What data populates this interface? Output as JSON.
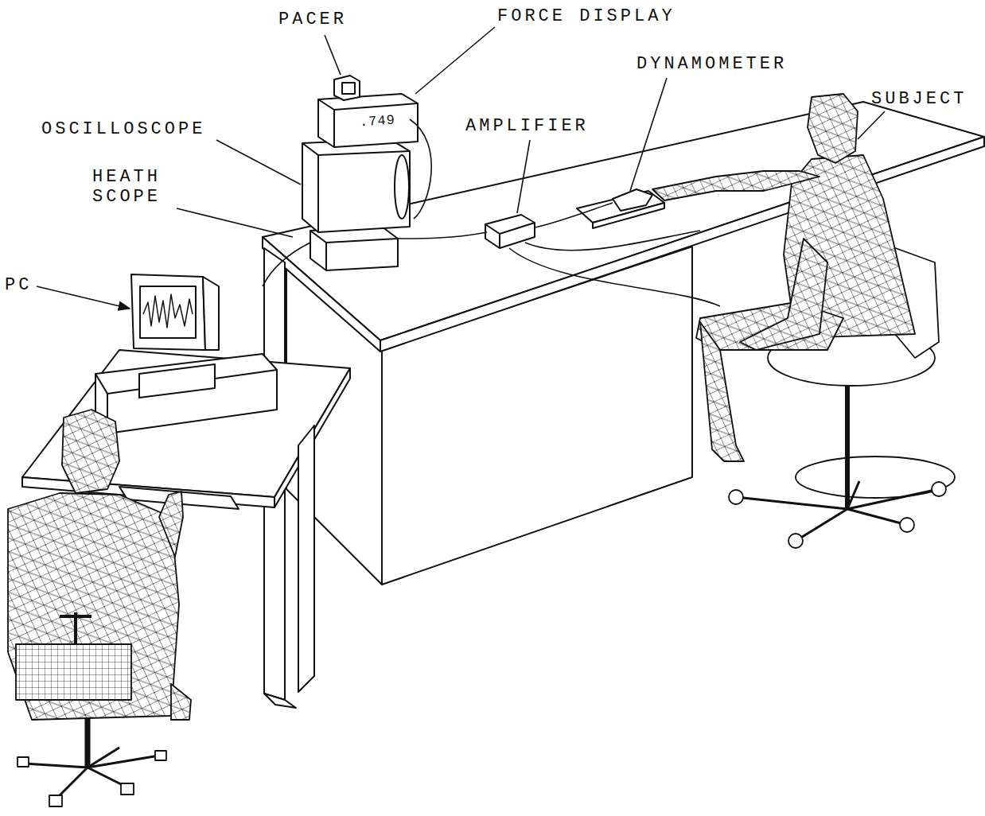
{
  "diagram": {
    "labels": [
      "PACER",
      "FORCE DISPLAY",
      "DYNAMOMETER",
      "SUBJECT",
      "OSCILLOSCOPE",
      "AMPLIFIER",
      "HEATH SCOPE",
      "PC",
      ".749"
    ]
  }
}
